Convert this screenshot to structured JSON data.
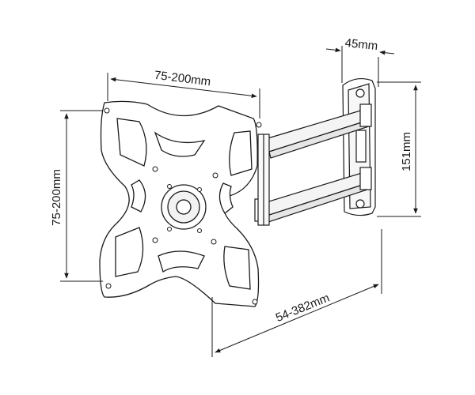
{
  "dimensions": {
    "vesa_width": "75-200mm",
    "vesa_height": "75-200mm",
    "wall_plate_depth": "45mm",
    "wall_plate_height": "151mm",
    "extension": "54-382mm"
  },
  "colors": {
    "line": "#1a1a1a",
    "plate_fill": "#ffffff",
    "hole_fill": "#ffffff",
    "arm_fill": "#f4f4f4"
  }
}
